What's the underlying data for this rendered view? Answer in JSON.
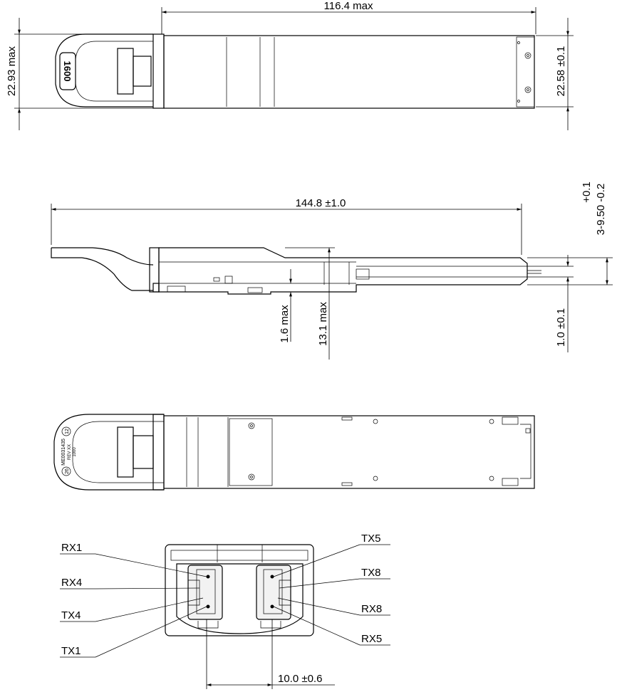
{
  "dimensions": {
    "top_length": "116.4 max",
    "top_width_tab": "22.93 max",
    "top_width_body": "22.58 ±0.1",
    "side_length": "144.8 ±1.0",
    "side_clip_tol": "+0.1",
    "side_clip_value": "3-9.50 -0.2",
    "side_small_height": "1.6 max",
    "side_height": "13.1 max",
    "side_pcb": "1.0 ±0.1",
    "front_spacing": "10.0 ±0.6"
  },
  "pull_tab_marking": "1600",
  "label_text": {
    "line1": "ME0031435",
    "line2": "REV XX",
    "line3": "1000",
    "left_circle": "26",
    "right_circle": "12"
  },
  "ports": {
    "left": [
      "RX1",
      "RX4",
      "TX4",
      "TX1"
    ],
    "right": [
      "TX5",
      "TX8",
      "RX8",
      "RX5"
    ]
  }
}
